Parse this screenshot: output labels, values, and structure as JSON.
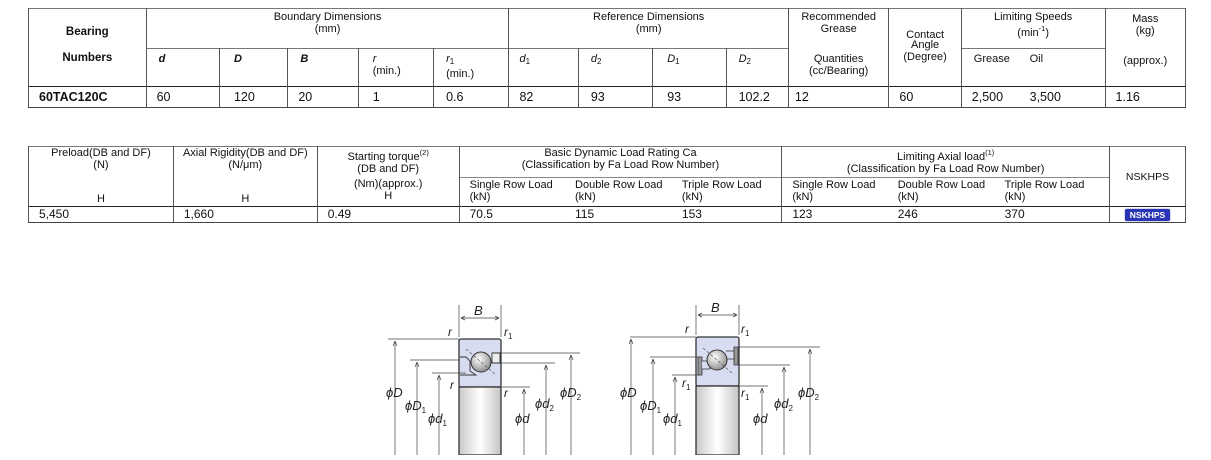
{
  "spec_table": {
    "headers": {
      "bearing_line1": "Bearing",
      "bearing_line2": "Numbers",
      "boundary_title": "Boundary Dimensions",
      "boundary_unit": "(mm)",
      "reference_title": "Reference Dimensions",
      "reference_unit": "(mm)",
      "grease_line1": "Recommended",
      "grease_line2": "Grease",
      "grease_line3": "Quantities",
      "grease_line4": "(cc/Bearing)",
      "contact_line1": "Contact",
      "contact_line2": "Angle",
      "contact_line3": "(Degree)",
      "speeds_title": "Limiting Speeds",
      "speeds_unit_pre": "(min",
      "speeds_unit_sup": "-1",
      "speeds_unit_post": ")",
      "speeds_grease": "Grease",
      "speeds_oil": "Oil",
      "mass_line1": "Mass",
      "mass_line2": "(kg)",
      "mass_line3": "(approx.)",
      "min_label": "(min.)",
      "col_d": "d",
      "col_D": "D",
      "col_B": "B",
      "col_r": "r",
      "col_r1_base": "r",
      "col_r1_sub": "1",
      "col_d1_base": "d",
      "col_d1_sub": "1",
      "col_d2_base": "d",
      "col_d2_sub": "2",
      "col_D1_base": "D",
      "col_D1_sub": "1",
      "col_D2_base": "D",
      "col_D2_sub": "2"
    },
    "row": {
      "bearing_number": "60TAC120C",
      "d": "60",
      "D": "120",
      "B": "20",
      "r_min": "1",
      "r1_min": "0.6",
      "d1": "82",
      "d2": "93",
      "D1": "93",
      "D2": "102.2",
      "grease_quantity": "12",
      "contact_angle": "60",
      "speed_grease": "2,500",
      "speed_oil": "3,500",
      "mass": "1.16"
    }
  },
  "perf_table": {
    "headers": {
      "preload_title": "Preload(DB and DF)",
      "preload_unit": "(N)",
      "preload_class": "H",
      "rigidity_title": "Axial Rigidity(DB and DF)",
      "rigidity_unit": "(N/μm)",
      "rigidity_class": "H",
      "torque_title": "Starting torque",
      "torque_note": "(2)",
      "torque_line2": "(DB and DF)",
      "torque_line3": "(Nm)(approx.)",
      "torque_class": "H",
      "dynamic_title": "Basic Dynamic Load Rating Ca",
      "dynamic_sub": "(Classification by Fa Load  Row Number)",
      "axial_title": "Limiting Axial load",
      "axial_note": "(1)",
      "axial_sub": "(Classification by Fa Load  Row Number)",
      "single_row": "Single Row Load",
      "double_row": "Double Row Load",
      "triple_row": "Triple Row Load",
      "unit_kn": "(kN)",
      "nskhps": "NSKHPS"
    },
    "row": {
      "preload": "5,450",
      "axial_rigidity": "1,660",
      "starting_torque": "0.49",
      "dyn_single": "70.5",
      "dyn_double": "115",
      "dyn_triple": "153",
      "axial_single": "123",
      "axial_double": "246",
      "axial_triple": "370",
      "badge": "NSKHPS"
    },
    "badge_color": "#2a35b5"
  },
  "diagrams": {
    "left": {
      "labels": {
        "B": "B",
        "r": "r",
        "r1": "r",
        "r1_sub": "1",
        "phiD": "ϕD",
        "phiD1": "ϕD",
        "phiD1_sub": "1",
        "phid1": "ϕd",
        "phid1_sub": "1",
        "phid": "ϕd",
        "phid2": "ϕd",
        "phid2_sub": "2",
        "phiD2": "ϕD",
        "phiD2_sub": "2"
      }
    },
    "right": {
      "labels": {
        "B": "B",
        "r": "r",
        "r1": "r",
        "r1_sub": "1",
        "phiD": "ϕD",
        "phiD1": "ϕD",
        "phiD1_sub": "1",
        "phid1": "ϕd",
        "phid1_sub": "1",
        "phid": "ϕd",
        "phid2": "ϕd",
        "phid2_sub": "2",
        "phiD2": "ϕD",
        "phiD2_sub": "2"
      }
    },
    "ring_fill": "#d8dcf0"
  }
}
